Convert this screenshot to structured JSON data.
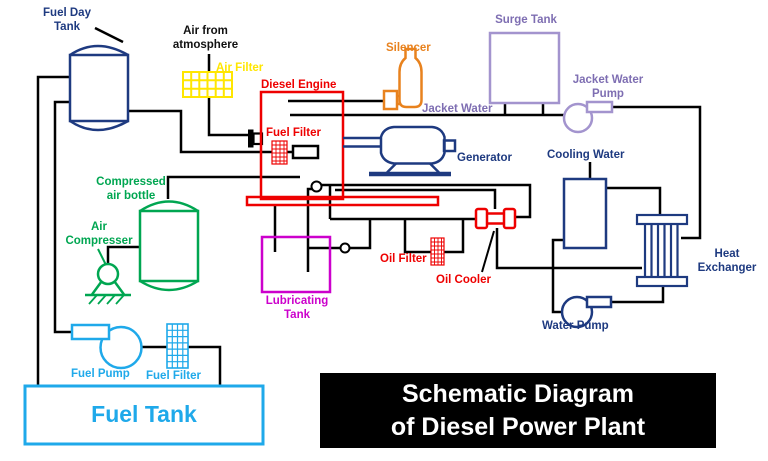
{
  "title_block": {
    "line1": "Schematic Diagram",
    "line2": "of Diesel Power Plant"
  },
  "labels": {
    "fuel_day_tank": "Fuel Day\nTank",
    "air_from_atmosphere": "Air from\natmosphere",
    "air_filter_intake": "Air Filter",
    "diesel_engine": "Diesel Engine",
    "fuel_filter_engine": "Fuel Filter",
    "silencer": "Silencer",
    "surge_tank": "Surge Tank",
    "jacket_water": "Jacket Water",
    "jacket_water_pump": "Jacket Water\nPump",
    "generator": "Generator",
    "cooling_water": "Cooling Water",
    "heat_exchanger": "Heat\nExchanger",
    "compressed_air_bottle": "Compressed\nair bottle",
    "air_compresser": "Air\nCompresser",
    "lubricating_tank": "Lubricating\nTank",
    "oil_filter": "Oil Filter",
    "oil_cooler": "Oil Cooler",
    "water_pump": "Water Pump",
    "fuel_pump": "Fuel Pump",
    "fuel_filter_suction": "Fuel Filter",
    "fuel_tank": "Fuel Tank"
  },
  "colors": {
    "background": "#ffffff",
    "line": "#000000",
    "navy": "#1e3a80",
    "red": "#ee0000",
    "orange": "#e8821e",
    "yellow": "#ffe600",
    "green": "#00a651",
    "magenta": "#cc00cc",
    "cyan": "#1fa9ea",
    "purple_label": "#7e6eb2",
    "purple_shape": "#a394ce",
    "title_bg": "#000000",
    "title_text": "#ffffff"
  }
}
